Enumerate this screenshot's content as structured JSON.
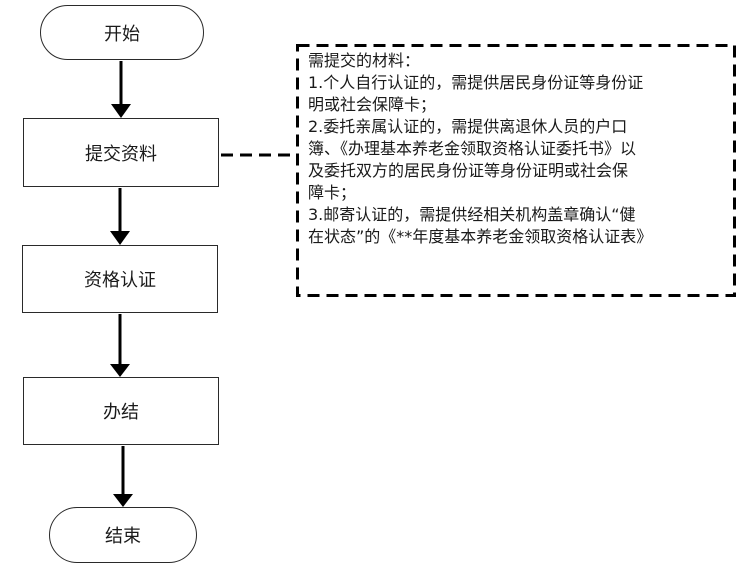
{
  "flow": {
    "start": "开始",
    "steps": [
      "提交资料",
      "资格认证",
      "办结"
    ],
    "end": "结束"
  },
  "note": {
    "lines": [
      "需提交的材料：",
      "1.个人自行认证的，需提供居民身份证等身份证",
      "明或社会保障卡；",
      "2.委托亲属认证的，需提供离退休人员的户口",
      "簿、《办理基本养老金领取资格认证委托书》以",
      "及委托双方的居民身份证等身份证明或社会保",
      "障卡；",
      "3.邮寄认证的，需提供经相关机构盖章确认“健",
      "在状态”的《**年度基本养老金领取资格认证表》"
    ]
  },
  "colors": {
    "stroke": "#000000",
    "background": "#ffffff"
  }
}
